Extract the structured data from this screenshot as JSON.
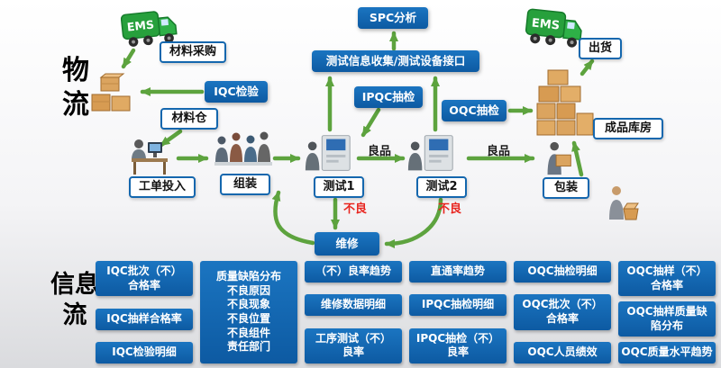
{
  "side_labels": {
    "material_flow": [
      "物",
      "流"
    ],
    "info_flow": [
      "信息",
      "流"
    ]
  },
  "flowchart": {
    "truck_label": "EMS",
    "spc": "SPC分析",
    "test_interface": "测试信息收集/测试设备接口",
    "procurement": "材料采购",
    "iqc": "IQC检验",
    "material_warehouse": "材料仓",
    "ipqc": "IPQC抽检",
    "oqc": "OQC抽检",
    "work_order": "工单投入",
    "assembly": "组装",
    "test1": "测试1",
    "test2": "测试2",
    "repair": "维修",
    "packing": "包装",
    "finished_warehouse": "成品库房",
    "shipment": "出货",
    "good_label_1": "良品",
    "good_label_2": "良品",
    "defect_label_1": "不良",
    "defect_label_2": "不良"
  },
  "colors": {
    "box_blue": "#0f5fa8",
    "arrow_green": "#5da33e",
    "defect_red": "#e8251f"
  },
  "info_grid": {
    "columns": [
      {
        "cards": [
          {
            "lines": [
              "IQC批次（不）",
              "合格率"
            ]
          },
          {
            "lines": [
              "IQC抽样合格率"
            ]
          },
          {
            "lines": [
              "IQC检验明细"
            ]
          }
        ]
      },
      {
        "cards": [
          {
            "tall": true,
            "lines": [
              "质量缺陷分布",
              "不良原因",
              "不良现象",
              "不良位置",
              "不良组件",
              "责任部门"
            ]
          }
        ]
      },
      {
        "cards": [
          {
            "lines": [
              "（不）良率趋势"
            ]
          },
          {
            "lines": [
              "维修数据明细"
            ]
          },
          {
            "lines": [
              "工序测试（不）",
              "良率"
            ]
          }
        ]
      },
      {
        "cards": [
          {
            "lines": [
              "直通率趋势"
            ]
          },
          {
            "lines": [
              "IPQC抽检明细"
            ]
          },
          {
            "lines": [
              "IPQC抽检（不）",
              "良率"
            ]
          }
        ]
      },
      {
        "cards": [
          {
            "lines": [
              "OQC抽检明细"
            ]
          },
          {
            "lines": [
              "OQC批次（不）",
              "合格率"
            ]
          },
          {
            "lines": [
              "OQC人员绩效"
            ]
          }
        ]
      },
      {
        "cards": [
          {
            "lines": [
              "OQC抽样（不）",
              "合格率"
            ]
          },
          {
            "lines": [
              "OQC抽样质量缺",
              "陷分布"
            ]
          },
          {
            "lines": [
              "OQC质量水平趋势"
            ]
          }
        ]
      }
    ]
  }
}
